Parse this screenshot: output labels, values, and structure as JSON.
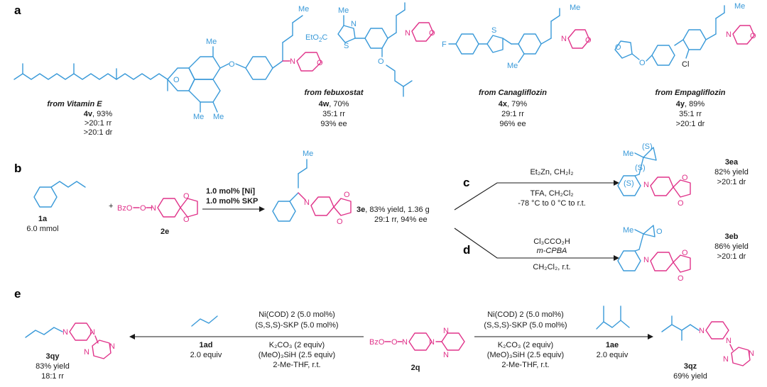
{
  "panels": {
    "a": "a",
    "b": "b",
    "c": "c",
    "d": "d",
    "e": "e"
  },
  "colors": {
    "substrate": "#3a9ad9",
    "amine": "#e0338a",
    "text": "#1a1a1a"
  },
  "panel_a": {
    "items": [
      {
        "source": "from Vitamin E",
        "id": "4v",
        "yield": ", 93%",
        "lines": [
          ">20:1 rr",
          ">20:1 dr"
        ]
      },
      {
        "source": "from febuxostat",
        "id": "4w",
        "yield": ", 70%",
        "lines": [
          "35:1 rr",
          "93% ee"
        ]
      },
      {
        "source": "from Canagliflozin",
        "id": "4x",
        "yield": ", 79%",
        "lines": [
          "29:1 rr",
          "96% ee"
        ]
      },
      {
        "source": "from Empagliflozin",
        "id": "4y",
        "yield": ", 89%",
        "lines": [
          "35:1 rr",
          ">20:1 dr"
        ]
      }
    ],
    "atoms": {
      "me": "Me",
      "o": "O",
      "n": "N",
      "s": "S",
      "f": "F",
      "cl": "Cl",
      "eto2c": "EtO",
      "eto2c_tail": "C"
    }
  },
  "panel_b": {
    "sm1": {
      "id": "1a",
      "amount": "6.0 mmol"
    },
    "plus": "+",
    "sm2": {
      "id": "2e",
      "bzo": "BzO"
    },
    "conditions": [
      "1.0 mol% [Ni]",
      "1.0 mol% SKP"
    ],
    "product": {
      "id": "3e",
      "result": ", 83% yield, 1.36 g",
      "selectivity": "29:1 rr, 94% ee"
    }
  },
  "panel_c": {
    "reagents": [
      "Et₂Zn, CH₂I₂",
      "TFA, CH₂Cl₂",
      "-78 °C to 0 °C to r.t."
    ],
    "product": {
      "id": "3ea",
      "lines": [
        "82% yield",
        ">20:1 dr"
      ],
      "stereo": "(S)"
    }
  },
  "panel_d": {
    "reagents": [
      "Cl₃CCO₂H",
      "m-CPBA",
      "CH₂Cl₂, r.t."
    ],
    "product": {
      "id": "3eb",
      "lines": [
        "86% yield",
        ">20:1 dr"
      ]
    }
  },
  "panel_e": {
    "left_conditions_top": [
      "Ni(COD) 2 (5.0 mol%)",
      "(S,S,S)-SKP (5.0 mol%)"
    ],
    "left_conditions_bottom": [
      "K₂CO₃ (2 equiv)",
      "(MeO)₃SiH (2.5 equiv)",
      "2-Me-THF, r.t."
    ],
    "left_diene": {
      "id": "1ad",
      "amount": "2.0 equiv"
    },
    "center": {
      "id": "2q",
      "bzo": "BzO"
    },
    "right_conditions_top": [
      "Ni(COD) 2 (5.0 mol%)",
      "(S,S,S)-SKP (5.0 mol%)"
    ],
    "right_conditions_bottom": [
      "K₂CO₃ (2 equiv)",
      "(MeO)₃SiH (2.5 equiv)",
      "2-Me-THF, r.t."
    ],
    "right_diene": {
      "id": "1ae",
      "amount": "2.0 equiv"
    },
    "left_product": {
      "id": "3qy",
      "lines": [
        "83% yield",
        "18:1 rr"
      ]
    },
    "right_product": {
      "id": "3qz",
      "lines": [
        "69% yield"
      ]
    }
  }
}
